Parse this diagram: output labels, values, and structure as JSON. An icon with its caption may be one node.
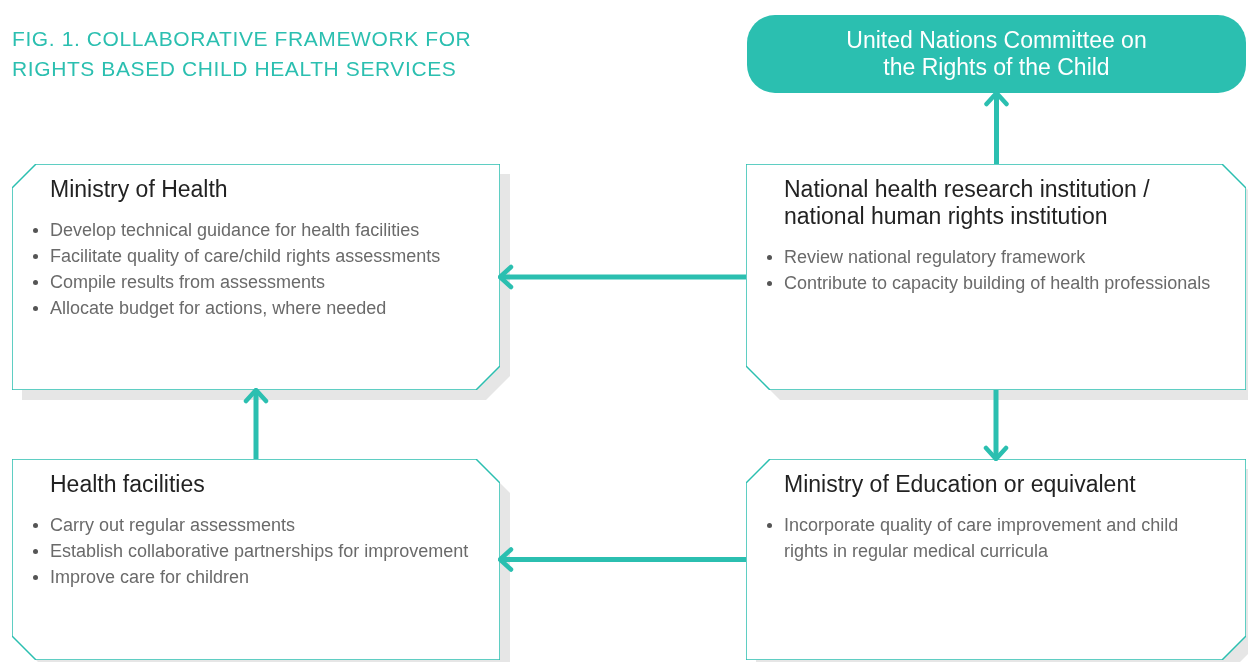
{
  "diagram": {
    "title": "FIG. 1. COLLABORATIVE FRAMEWORK FOR RIGHTS BASED CHILD HEALTH SERVICES",
    "nodes": [
      {
        "text": [
          "United Nations Committee on the Rights of the Child"
        ]
      },
      {
        "text": [
          "Ministry of Health",
          "Develop technical guidance for health facilities",
          "Facilitate quality of care/child rights assessments",
          "Compile results from assessments",
          "Allocate budget for actions, where needed"
        ]
      },
      {
        "text": [
          "National health research institution / national human rights institution",
          "Review national regulatory framework",
          "Contribute to capacity building of health professionals"
        ]
      },
      {
        "text": [
          "Health facilities",
          "Carry out regular assessments",
          "Establish collaborative partnerships for improvement",
          "Improve care for children"
        ]
      },
      {
        "text": [
          "Ministry of Education or equivalent",
          "Incorporate quality of care improvement and child rights in regular medical curricula"
        ]
      }
    ],
    "edges": [
      {
        "from": 2,
        "to": 0,
        "arrow": "to"
      },
      {
        "from": 2,
        "to": 1,
        "arrow": "to"
      },
      {
        "from": 2,
        "to": 4,
        "arrow": "to"
      },
      {
        "from": 3,
        "to": 1,
        "arrow": "to"
      },
      {
        "from": 4,
        "to": 3,
        "arrow": "to"
      }
    ]
  }
}
